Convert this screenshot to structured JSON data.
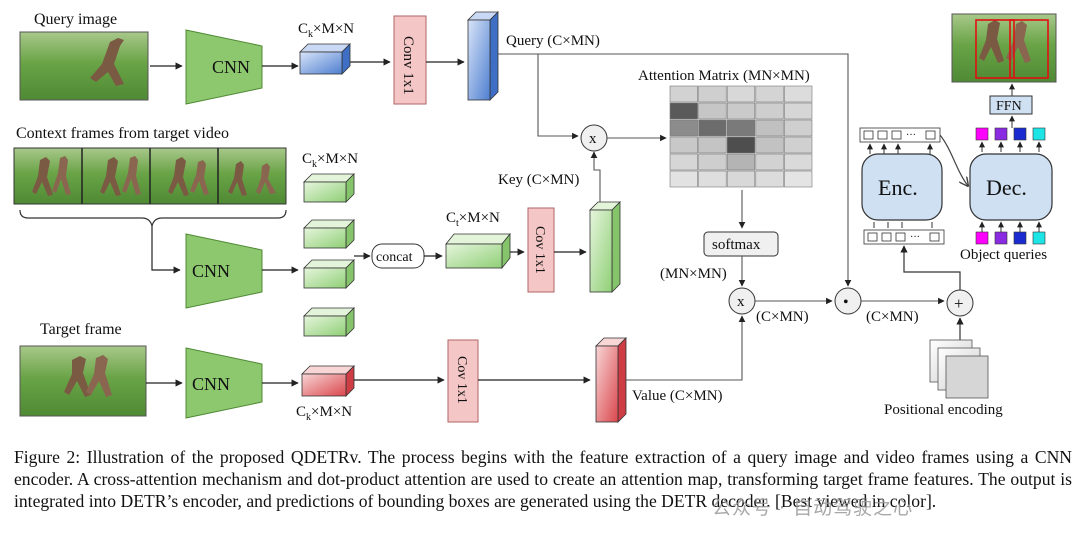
{
  "labels": {
    "query_image": "Query image",
    "context_frames": "Context frames from target video",
    "target_frame": "Target frame",
    "cnn": "CNN",
    "conv_query": "Conv 1x1",
    "cov_key": "Cov 1x1",
    "cov_value": "Cov 1x1",
    "query_dim_base": "C",
    "query_dim_sub": "k",
    "query_dim_rest": "×M×N",
    "context_dim_base": "C",
    "context_dim_sub": "k",
    "context_dim_rest": "×M×N",
    "concat_dim_base": "C",
    "concat_dim_sub": "t",
    "concat_dim_rest": "×M×N",
    "target_dim_base": "C",
    "target_dim_sub": "k",
    "target_dim_rest": "×M×N",
    "concat": "concat",
    "query_out": "Query (C×MN)",
    "key_out": "Key (C×MN)",
    "value_out": "Value (C×MN)",
    "attention_matrix": "Attention Matrix (MN×MN)",
    "softmax": "softmax",
    "softmax_dim": "(MN×MN)",
    "mult_symbol": "x",
    "dot_symbol": "•",
    "plus_symbol": "+",
    "after_mult": "(C×MN)",
    "after_dot": "(C×MN)",
    "encoder": "Enc.",
    "decoder": "Dec.",
    "ffn": "FFN",
    "object_queries": "Object queries",
    "positional_encoding": "Positional encoding",
    "token_dots": "···"
  },
  "caption": "Figure 2:  Illustration of the proposed QDETRv. The process begins with the feature extraction of a query image and video frames using a CNN encoder. A cross-attention mechanism and dot-product attention are used to create an attention map, transforming target frame features. The output is integrated into DETR’s encoder, and predictions of bounding boxes are generated using the DETR decoder. [Best viewed in color].",
  "watermark": "公众号 · 自动驾驶之心",
  "attention_matrix_shades": [
    [
      "#d2d2d2",
      "#cfcfcf",
      "#d8d8d8",
      "#d4d4d4",
      "#dcdcdc"
    ],
    [
      "#5a5a5a",
      "#c6c6c6",
      "#cacaca",
      "#cecece",
      "#d6d6d6"
    ],
    [
      "#8c8c8c",
      "#6c6c6c",
      "#7a7a7a",
      "#c0c0c0",
      "#cfcfcf"
    ],
    [
      "#c8c8c8",
      "#c4c4c4",
      "#4e4e4e",
      "#c2c2c2",
      "#d0d0d0"
    ],
    [
      "#d6d6d6",
      "#cecece",
      "#b4b4b4",
      "#d2d2d2",
      "#dadada"
    ],
    [
      "#e2e2e2",
      "#dedede",
      "#d8d8d8",
      "#dcdcdc",
      "#e4e4e4"
    ]
  ],
  "object_query_colors": [
    "#ff00ff",
    "#8a2be2",
    "#1a2ccf",
    "#1ee5e5"
  ],
  "colors": {
    "cnn": "#8dc86f",
    "conv": "#f5c6c6",
    "blue_block": "#6e94d8",
    "green_block": "#a9d994",
    "red_block": "#e0676b",
    "enc_dec": "#cfe0f3"
  }
}
